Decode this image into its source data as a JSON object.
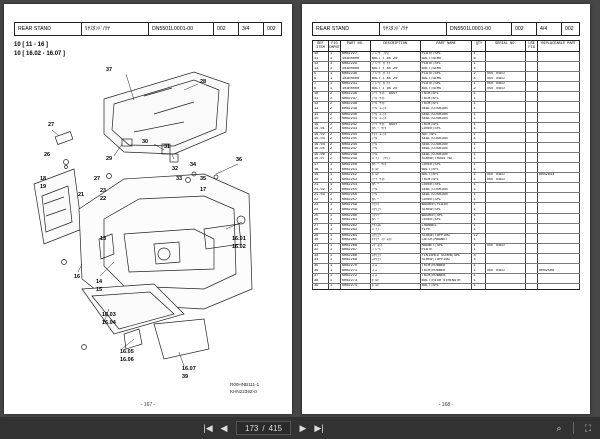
{
  "left_page": {
    "header": [
      "REAR STAND",
      "ﾘﾔｽﾀﾝﾄﾞ/ﾘﾔ",
      "DN5501L0001-00",
      "002",
      "3/4",
      "002"
    ],
    "fig_title_a": "10 [ 11 - 16 ]",
    "fig_title_b": "10 [ 16.02 - 16.07 ]",
    "part_numbers": [
      "37",
      "28",
      "27",
      "26",
      "29",
      "30",
      "31",
      "32",
      "33",
      "34",
      "35",
      "36",
      "27",
      "18",
      "19",
      "21",
      "23",
      "22",
      "17",
      "16.01",
      "16.02",
      "13",
      "14",
      "15",
      "16",
      "16.03",
      "16.04",
      "16.05",
      "16.06",
      "16.07",
      "39"
    ],
    "fig_code": "R00HNB111-1",
    "fig_code2": "KHN2239Z-0",
    "page_number": "- 167 -"
  },
  "right_page": {
    "header": [
      "REAR STAND",
      "ﾘﾔｽﾀﾝﾄﾞ/ﾘﾔ",
      "DN5501L0001-00",
      "002",
      "4/4",
      "002"
    ],
    "columns": [
      "REF ITEM",
      "FIG CMPNT",
      "PART NO.",
      "DESCRIPTION",
      "PART NAME",
      "QTY",
      "SERIAL NO.",
      "USE FIG",
      "REPLACEABLE PART"
    ],
    "rows": [
      [
        "10",
        "1",
        "KHN2227",
        "ﾌﾟﾚｰﾄ ﾌｸﾛ",
        "PLATE;SPL",
        "1",
        "",
        "",
        ""
      ],
      [
        "11",
        "1",
        "103RR000",
        "BOLT ﾒ 8X 20",
        "BOLT;SEMS",
        "6",
        "",
        "",
        ""
      ],
      [
        "12",
        "1",
        "KHN2229",
        "ﾌﾟﾚｰﾄ ｶﾞｲﾄﾞ",
        "PLATE;SPL",
        "1",
        "",
        "",
        ""
      ],
      [
        "13",
        "1",
        "103RR000",
        "BOLT ﾒ 8X 20",
        "BOLT;SEMS",
        "4",
        "",
        "",
        ""
      ],
      [
        "5",
        "1",
        "KHN2230",
        "ﾌﾟﾚｰﾄ ｶﾞｲﾄﾞ",
        "PLATE;SPL",
        "2",
        "NOT USED",
        "",
        ""
      ],
      [
        "6",
        "1",
        "103RR000",
        "BOLT ﾒ 8X 20",
        "BOLT;SEMS",
        "4",
        "NOT USED",
        "",
        ""
      ],
      [
        "7",
        "1",
        "KHN2231",
        "ﾌﾟﾚｰﾄ ｶﾞｲﾄﾞ",
        "PLATE;SPL",
        "1",
        "NOT USED",
        "",
        ""
      ],
      [
        "8",
        "1",
        "103RR000",
        "BOLT ﾒ 8X 20",
        "BOLT;SEMS",
        "2",
        "NOT USED",
        "",
        ""
      ],
      [
        "10",
        "2",
        "KHN2236",
        "ｼｰﾄ ｻｲﾄﾞ ASSY",
        "TRIM;SPL",
        "1",
        "",
        "",
        ""
      ],
      [
        "11",
        "2",
        "KHN2237",
        "ｼｰﾙ ｻｲﾄﾞ",
        "TRIM;SPL",
        "1",
        "",
        "",
        ""
      ],
      [
        "12",
        "2",
        "KHN2238",
        "ｼｰﾙ ｻｲﾄﾞ",
        "TRIM;SPL",
        "1",
        "",
        "",
        ""
      ],
      [
        "13",
        "2",
        "KHN2239",
        "ｼｰﾙ ﾕﾆｯﾄ",
        "SEAL;CUSHION",
        "1",
        "",
        "",
        ""
      ],
      [
        "14",
        "2",
        "KHN2240",
        "ｼｰﾙ ﾕﾆｯﾄ",
        "SEAL;CUSHION",
        "1",
        "",
        "",
        ""
      ],
      [
        "15",
        "2",
        "KHN2241",
        "ｼｰﾙ ﾕﾆｯﾄ",
        "SEAL;CUSHION",
        "1",
        "",
        "",
        ""
      ],
      [
        "16",
        "2",
        "KHN2242",
        "ｼｰﾄ ｻｲﾄﾞ ASSY",
        "TRIM;SPL",
        "1",
        "",
        "",
        ""
      ],
      [
        "16.01",
        "2",
        "KHN2243",
        "ｶﾊﾞｰ ｻｲﾄﾞ",
        "COVER;SPL",
        "1",
        "",
        "",
        ""
      ],
      [
        "16.02",
        "2",
        "KHN2244",
        "ﾅｯﾄ ﾕﾆｯﾄ",
        "NUT;SPL",
        "1",
        "",
        "",
        ""
      ],
      [
        "16.03",
        "2",
        "KHN2245",
        "ｼｰﾙ",
        "SEAL;CUSHION",
        "1",
        "",
        "",
        ""
      ],
      [
        "16.04",
        "2",
        "KHN2246",
        "ｼｰﾙ",
        "SEAL;CUSHION",
        "1",
        "",
        "",
        ""
      ],
      [
        "16.05",
        "2",
        "KHN2247",
        "ｼｰﾙ",
        "SEAL;CUSHION",
        "1",
        "",
        "",
        ""
      ],
      [
        "16.06",
        "2",
        "KHN2248",
        "ｼｰﾙ",
        "SEAL;CUSHION",
        "1",
        "",
        "",
        ""
      ],
      [
        "16.07",
        "2",
        "KHN2249",
        "ﾊﾟｲﾌﾟ ｸﾘｯﾌﾟ",
        "SCREW;TRUSS HD",
        "1",
        "",
        "",
        ""
      ],
      [
        "17",
        "1",
        "KHN2250",
        "ｶﾊﾞｰ ｻｲﾄﾞ",
        "COVER;SPL",
        "1",
        "",
        "",
        ""
      ],
      [
        "18",
        "1",
        "KHN2251",
        "ﾎﾞﾙﾄ",
        "BOLT;SPL",
        "1",
        "",
        "",
        ""
      ],
      [
        "19",
        "1",
        "KHN2252",
        "ﾎﾞﾙﾄ",
        "BOLT;SPL",
        "1",
        "NOT USED",
        "",
        "KHN2844"
      ],
      [
        "20",
        "1",
        "KHN2253",
        "ｼｰﾄ ｻｲﾄﾞ",
        "TRIM;SPL",
        "1",
        "NOT USED",
        "",
        ""
      ],
      [
        "21",
        "1",
        "KHN2254",
        "ｶﾊﾞｰ",
        "COVER;SPL",
        "1",
        "",
        "",
        ""
      ],
      [
        "21.02",
        "2",
        "KHN2255",
        "ｼｰﾙ",
        "SEAL;CUSHION",
        "1",
        "",
        "",
        ""
      ],
      [
        "21.03",
        "2",
        "KHN2256",
        "ｼｰﾙ",
        "SEAL;CUSHION",
        "1",
        "",
        "",
        ""
      ],
      [
        "22",
        "1",
        "KHN2257",
        "ｶﾊﾞｰ",
        "COVER;SPL",
        "1",
        "",
        "",
        ""
      ],
      [
        "23",
        "1",
        "KHN2258",
        "ﾜｯｼｬ",
        "WASHER;PLAIN",
        "1",
        "",
        "",
        ""
      ],
      [
        "24",
        "1",
        "KHN2259",
        "ｽｸﾘｭｳ",
        "SCREW;SPL",
        "1",
        "",
        "",
        ""
      ],
      [
        "25",
        "1",
        "KHN2260",
        "ﾜｯｼｬ",
        "WASHER;SPL",
        "1",
        "",
        "",
        ""
      ],
      [
        "26",
        "1",
        "KHN2261",
        "ｶﾊﾞｰ",
        "COVER;SPL",
        "1",
        "",
        "",
        ""
      ],
      [
        "27",
        "1",
        "KHN2262",
        "ﾁｬﾝﾈﾙ",
        "CHANNEL",
        "1",
        "",
        "",
        ""
      ],
      [
        "28",
        "1",
        "KHN2263",
        "ﾊﾟｲﾌﾟ",
        "PIPE",
        "1",
        "",
        "",
        ""
      ],
      [
        "29",
        "1",
        "KHN2264",
        "ｽｸﾘｭｳ",
        "SCREW;TAPPING",
        "12",
        "",
        "",
        ""
      ],
      [
        "30",
        "1",
        "KHN2265",
        "ｷｬｯﾁ ﾏｸﾞﾈｯﾄ",
        "CATCH;MAGNET",
        "1",
        "",
        "",
        ""
      ],
      [
        "31",
        "1",
        "KHN2266",
        "ﾏｸﾞﾈｯﾄ",
        "MAGNET;SPL",
        "1",
        "NOT USED",
        "",
        ""
      ],
      [
        "32",
        "1",
        "KHN2267",
        "ﾌﾟﾚｰﾄ",
        "PLATE",
        "1",
        "",
        "",
        ""
      ],
      [
        "33",
        "1",
        "KHN2268",
        "ｽｸﾘｭｳ",
        "FINISHED SCREW;SPL",
        "4",
        "",
        "",
        ""
      ],
      [
        "34",
        "1",
        "KHN2269",
        "ｽｸﾘｭｳ",
        "SCREW;TAPPING",
        "4",
        "",
        "",
        ""
      ],
      [
        "35",
        "1",
        "KHN2270",
        "ｺﾞﾑ",
        "TRIM;RUBBER",
        "1",
        "",
        "",
        ""
      ],
      [
        "36",
        "1",
        "KHN2271",
        "ｺﾞﾑ",
        "TRIM;RUBBER",
        "1",
        "NOT USED",
        "",
        "KHN2506"
      ],
      [
        "37",
        "1",
        "KHN2272",
        "ｺﾞﾑ",
        "TRIM;RUBBER",
        "1",
        "",
        "",
        ""
      ],
      [
        "38",
        "1",
        "KHN2273",
        "ﾎﾞﾙﾄ",
        "BOLT;HIGH STRENGTH",
        "1",
        "",
        "",
        ""
      ],
      [
        "39",
        "1",
        "KHN2274",
        "ﾎﾞﾙﾄ",
        "BOLT;SPL",
        "1",
        "",
        "",
        ""
      ]
    ],
    "page_number": "- 168 -"
  },
  "toolbar": {
    "current_page": "173",
    "separator": "/",
    "total_pages": "415",
    "first_icon": "first-page-icon",
    "prev_icon": "prev-page-icon",
    "next_icon": "next-page-icon",
    "last_icon": "last-page-icon"
  }
}
